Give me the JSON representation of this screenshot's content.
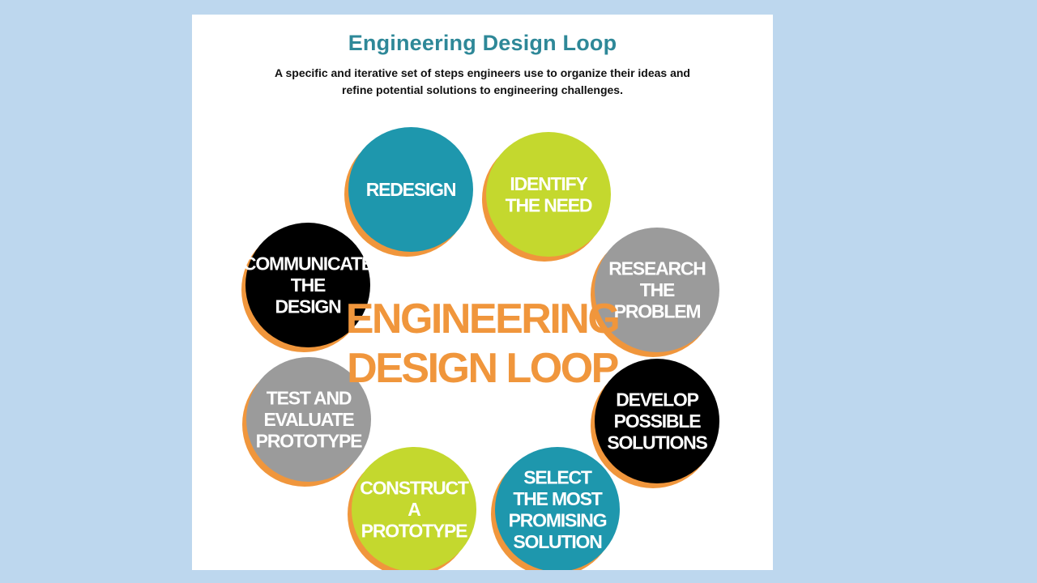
{
  "title": "Engineering Design Loop",
  "subtitle_line1": "A specific and iterative set of steps engineers use to organize their ideas and",
  "subtitle_line2": "refine potential solutions to engineering challenges.",
  "center_label": [
    "ENGINEERING",
    "DESIGN LOOP"
  ],
  "colors": {
    "background": "#bdd7ee",
    "title": "#2e8898",
    "shadow": "#f0963c",
    "teal": "#1e97ad",
    "lime": "#c4d82e",
    "gray": "#9b9b9b",
    "black": "#000000"
  },
  "steps": [
    {
      "lines": [
        "IDENTIFY",
        "THE NEED"
      ],
      "color": "lime"
    },
    {
      "lines": [
        "RESEARCH",
        "THE",
        "PROBLEM"
      ],
      "color": "gray"
    },
    {
      "lines": [
        "DEVELOP",
        "POSSIBLE",
        "SOLUTIONS"
      ],
      "color": "black"
    },
    {
      "lines": [
        "SELECT",
        "THE MOST",
        "PROMISING",
        "SOLUTION"
      ],
      "color": "teal"
    },
    {
      "lines": [
        "CONSTRUCT",
        "A",
        "PROTOTYPE"
      ],
      "color": "lime"
    },
    {
      "lines": [
        "TEST AND",
        "EVALUATE",
        "PROTOTYPE"
      ],
      "color": "gray"
    },
    {
      "lines": [
        "COMMUNICATE",
        "THE",
        "DESIGN"
      ],
      "color": "black"
    },
    {
      "lines": [
        "REDESIGN"
      ],
      "color": "teal"
    }
  ]
}
